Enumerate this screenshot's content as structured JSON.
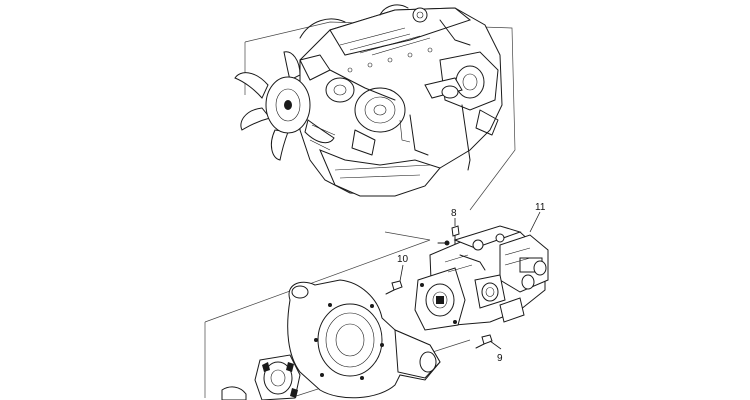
{
  "callouts": {
    "c8": "8",
    "c9": "9",
    "c10": "10",
    "c11": "11"
  },
  "colors": {
    "line": "#1a1a1a",
    "background": "#ffffff"
  }
}
